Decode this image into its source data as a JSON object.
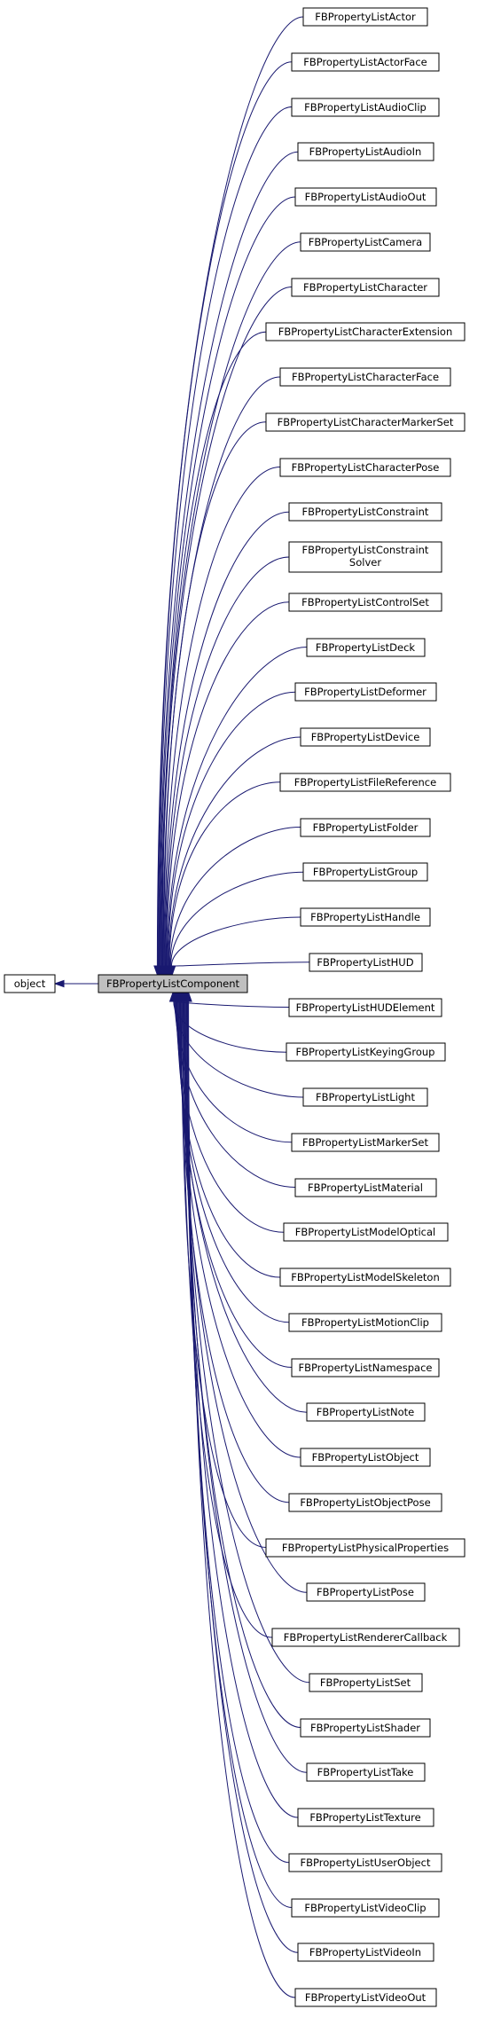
{
  "root": {
    "label": "object"
  },
  "focus": {
    "label": "FBPropertyListComponent"
  },
  "children": [
    {
      "lines": [
        "FBPropertyListActor"
      ]
    },
    {
      "lines": [
        "FBPropertyListActorFace"
      ]
    },
    {
      "lines": [
        "FBPropertyListAudioClip"
      ]
    },
    {
      "lines": [
        "FBPropertyListAudioIn"
      ]
    },
    {
      "lines": [
        "FBPropertyListAudioOut"
      ]
    },
    {
      "lines": [
        "FBPropertyListCamera"
      ]
    },
    {
      "lines": [
        "FBPropertyListCharacter"
      ]
    },
    {
      "lines": [
        "FBPropertyListCharacterExtension"
      ]
    },
    {
      "lines": [
        "FBPropertyListCharacterFace"
      ]
    },
    {
      "lines": [
        "FBPropertyListCharacterMarkerSet"
      ]
    },
    {
      "lines": [
        "FBPropertyListCharacterPose"
      ]
    },
    {
      "lines": [
        "FBPropertyListConstraint"
      ]
    },
    {
      "lines": [
        "FBPropertyListConstraint",
        "Solver"
      ]
    },
    {
      "lines": [
        "FBPropertyListControlSet"
      ]
    },
    {
      "lines": [
        "FBPropertyListDeck"
      ]
    },
    {
      "lines": [
        "FBPropertyListDeformer"
      ]
    },
    {
      "lines": [
        "FBPropertyListDevice"
      ]
    },
    {
      "lines": [
        "FBPropertyListFileReference"
      ]
    },
    {
      "lines": [
        "FBPropertyListFolder"
      ]
    },
    {
      "lines": [
        "FBPropertyListGroup"
      ]
    },
    {
      "lines": [
        "FBPropertyListHandle"
      ]
    },
    {
      "lines": [
        "FBPropertyListHUD"
      ]
    },
    {
      "lines": [
        "FBPropertyListHUDElement"
      ]
    },
    {
      "lines": [
        "FBPropertyListKeyingGroup"
      ]
    },
    {
      "lines": [
        "FBPropertyListLight"
      ]
    },
    {
      "lines": [
        "FBPropertyListMarkerSet"
      ]
    },
    {
      "lines": [
        "FBPropertyListMaterial"
      ]
    },
    {
      "lines": [
        "FBPropertyListModelOptical"
      ]
    },
    {
      "lines": [
        "FBPropertyListModelSkeleton"
      ]
    },
    {
      "lines": [
        "FBPropertyListMotionClip"
      ]
    },
    {
      "lines": [
        "FBPropertyListNamespace"
      ]
    },
    {
      "lines": [
        "FBPropertyListNote"
      ]
    },
    {
      "lines": [
        "FBPropertyListObject"
      ]
    },
    {
      "lines": [
        "FBPropertyListObjectPose"
      ]
    },
    {
      "lines": [
        "FBPropertyListPhysicalProperties"
      ]
    },
    {
      "lines": [
        "FBPropertyListPose"
      ]
    },
    {
      "lines": [
        "FBPropertyListRendererCallback"
      ]
    },
    {
      "lines": [
        "FBPropertyListSet"
      ]
    },
    {
      "lines": [
        "FBPropertyListShader"
      ]
    },
    {
      "lines": [
        "FBPropertyListTake"
      ]
    },
    {
      "lines": [
        "FBPropertyListTexture"
      ]
    },
    {
      "lines": [
        "FBPropertyListUserObject"
      ]
    },
    {
      "lines": [
        "FBPropertyListVideoClip"
      ]
    },
    {
      "lines": [
        "FBPropertyListVideoIn"
      ]
    },
    {
      "lines": [
        "FBPropertyListVideoOut"
      ]
    }
  ],
  "colors": {
    "edge": "#191970",
    "focus_fill": "#bfbfbf",
    "node_fill": "#ffffff",
    "border": "#000000"
  }
}
